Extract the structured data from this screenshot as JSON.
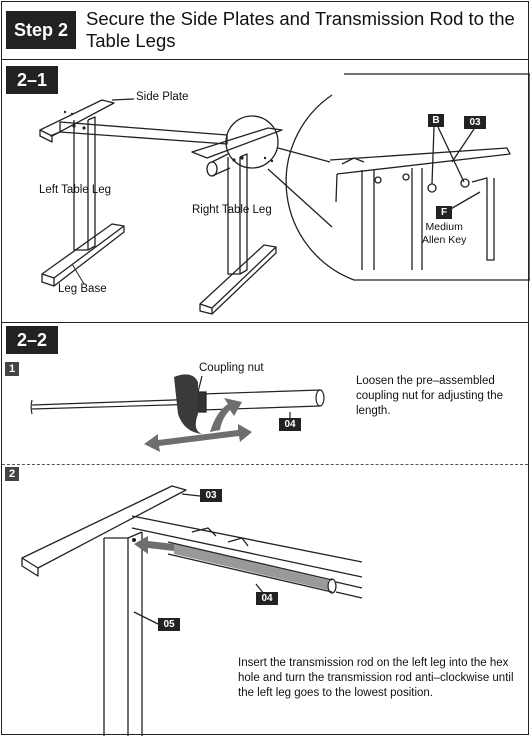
{
  "step": {
    "tag": "Step 2",
    "title": "Secure the Side Plates and Transmission Rod to the Table Legs"
  },
  "section_1": {
    "tag": "2–1",
    "labels": {
      "side_plate": "Side Plate",
      "left_leg": "Left Table Leg",
      "right_leg": "Right Table Leg",
      "leg_base": "Leg Base"
    },
    "callouts": {
      "b": "B",
      "part_03": "03",
      "f": "F",
      "allen_key": "Medium\nAllen Key"
    }
  },
  "section_2": {
    "tag": "2–2",
    "step_1": {
      "num": "1",
      "coupling_nut": "Coupling nut",
      "part_04": "04",
      "instruction": "Loosen the pre–assembled coupling nut for adjusting the length."
    },
    "step_2": {
      "num": "2",
      "part_03": "03",
      "part_04": "04",
      "part_05": "05",
      "instruction": "Insert the transmission rod on the left leg into the hex hole and turn the transmission rod anti–clockwise until the left leg goes to the lowest position."
    }
  },
  "colors": {
    "tag_bg": "#222222",
    "line": "#222222",
    "arrow_gray": "#6e6e6e"
  }
}
